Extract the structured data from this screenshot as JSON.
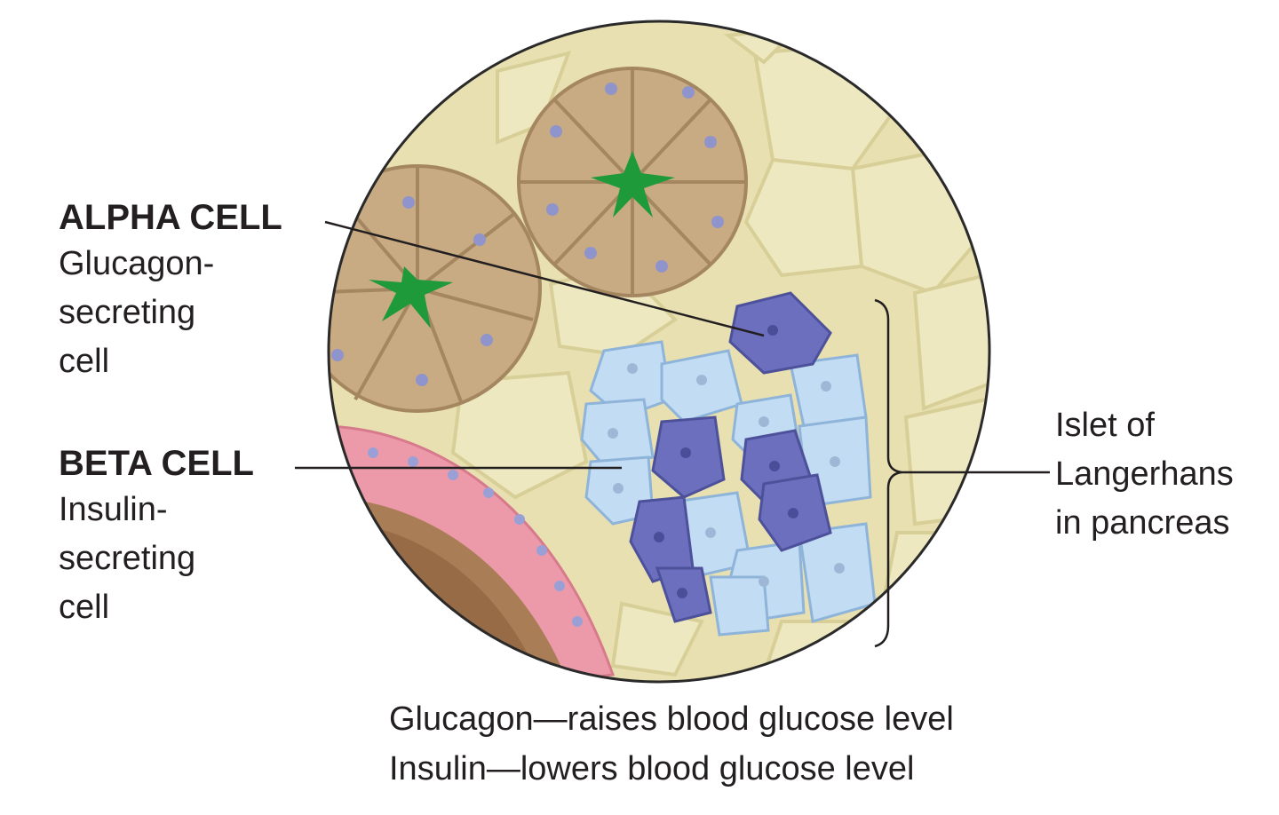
{
  "alpha": {
    "title": "ALPHA CELL",
    "lines": [
      "Glucagon-",
      "secreting",
      "cell"
    ]
  },
  "beta": {
    "title": "BETA CELL",
    "lines": [
      "Insulin-",
      "secreting",
      "cell"
    ]
  },
  "islet": {
    "lines": [
      "Islet of",
      "Langerhans",
      "in pancreas"
    ]
  },
  "hormones": [
    "Glucagon—raises blood glucose level",
    "Insulin—lowers blood glucose level"
  ],
  "colors": {
    "tissue": "#e8e0b0",
    "acinar": "#c8ab82",
    "duct_lumen": "#1f9a3a",
    "alpha_cell": "#6b6fbe",
    "beta_cell": "#c2dcf3",
    "capillary": "#ec9aaa",
    "capillary_lumen": "#a97d55"
  }
}
